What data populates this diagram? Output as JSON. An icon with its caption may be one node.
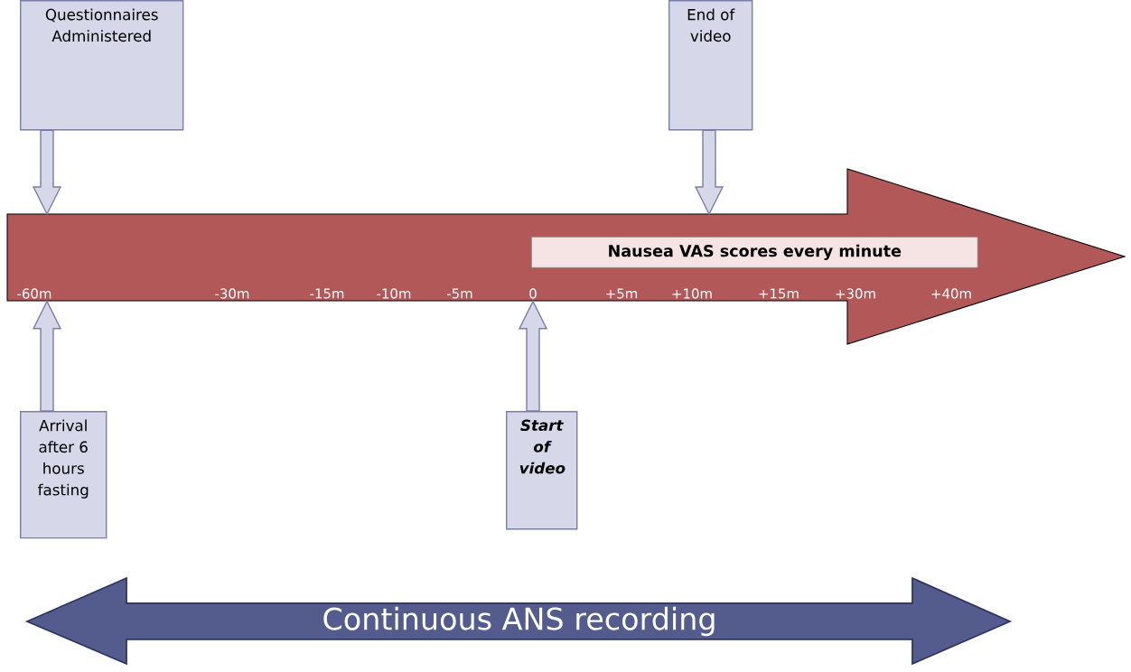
{
  "diagram": {
    "nodes": [
      {
        "text": [
          "Questionnaires Administered"
        ]
      },
      {
        "text": [
          "End of video"
        ]
      },
      {
        "text": [],
        "shape": "arrow"
      },
      {
        "text": [
          "Nausea VAS scores every minute"
        ],
        "in": 2
      },
      {
        "text": [
          "Arrival after 6 hours fasting"
        ]
      },
      {
        "text": [
          "Start of video"
        ]
      },
      {
        "text": [
          "Continuous ANS recording"
        ]
      }
    ],
    "edges": [
      {
        "from": 0,
        "to": 2,
        "arrow": "to"
      },
      {
        "from": 1,
        "to": 2,
        "arrow": "to"
      },
      {
        "from": 4,
        "to": 2,
        "arrow": "to"
      },
      {
        "from": 5,
        "to": 2,
        "arrow": "to"
      }
    ],
    "labels": [
      "-60m",
      "-30m",
      "-15m",
      "-10m",
      "-5m",
      "0",
      "+5m",
      "+10m",
      "+15m",
      "+30m",
      "+40m"
    ]
  }
}
